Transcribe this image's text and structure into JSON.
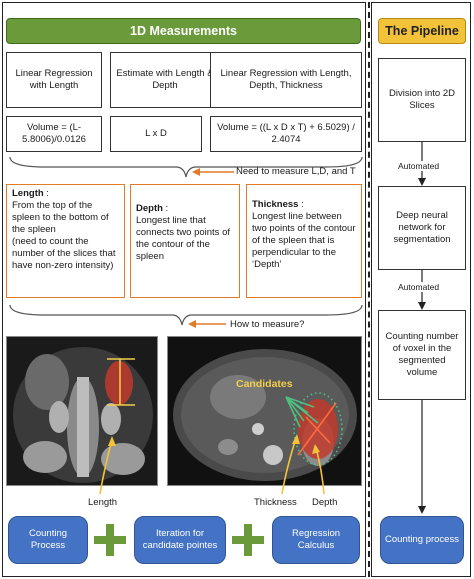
{
  "left_title": "1D Measurements",
  "right_title": "The Pipeline",
  "methods": [
    {
      "name": "Linear Regression with Length",
      "formula": "Volume = (L-5.8006)/0.0126"
    },
    {
      "name": "Estimate with Length & Depth",
      "formula": "L x D"
    },
    {
      "name": "Linear Regression with Length, Depth, Thickness",
      "formula": "Volume = ((L x D x T) + 6.5029) / 2.4074"
    }
  ],
  "need_note": "Need to measure L,D, and T",
  "definitions": {
    "length": {
      "term": "Length",
      "text": "From the top of the spleen to the bottom of the spleen",
      "extra": "(need to count the number of the slices that have non-zero intensity)"
    },
    "depth": {
      "term": "Depth",
      "text": "Longest line that connects two points of the contour of the spleen"
    },
    "thickness": {
      "term": "Thickness",
      "text": "Longest line between two points of the contour of the spleen that is perpendicular to the ‘Depth’"
    }
  },
  "how_note": "How to measure?",
  "image_labels": {
    "length": "Length",
    "candidates": "Candidates",
    "thickness": "Thickness",
    "depth": "Depth"
  },
  "bottom_steps": [
    "Counting Process",
    "Iteration for candidate pointes",
    "Regression Calculus"
  ],
  "pipeline": {
    "steps": [
      "Division into 2D Slices",
      "Deep neural network for segmentation",
      "Counting number of voxel in the segmented volume"
    ],
    "edge_labels": [
      "Automated",
      "Automated"
    ],
    "final": "Counting process"
  },
  "colors": {
    "green": "#6a9a3a",
    "yellow": "#f2c33a",
    "orange": "#e07b2a",
    "blue": "#4472c4"
  }
}
